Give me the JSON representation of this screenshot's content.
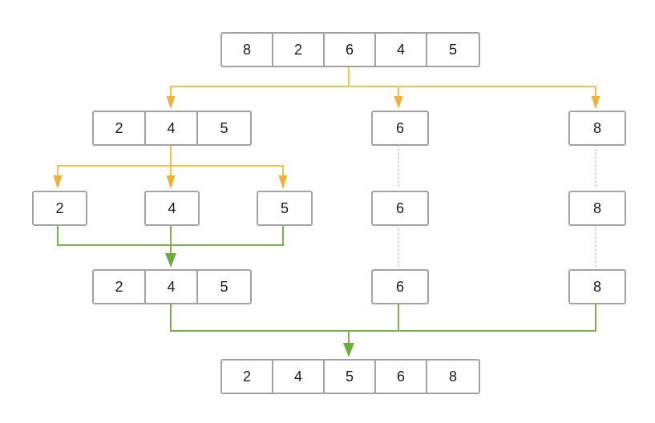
{
  "diagram": {
    "type": "quicksort-visualization",
    "colors": {
      "split_line": "#F2C14E",
      "split_arrow": "#F0B03A",
      "merge_line": "#7AB24A",
      "merge_arrow": "#6CAC3C",
      "box_border": "#A3A3A3",
      "dotted": "#C2C2C2",
      "text": "#1B1B1B"
    },
    "nodes": {
      "input": {
        "cells": [
          "8",
          "2",
          "6",
          "4",
          "5"
        ]
      },
      "level1_left": {
        "cells": [
          "2",
          "4",
          "5"
        ]
      },
      "level1_six": {
        "cells": [
          "6"
        ]
      },
      "level1_eight": {
        "cells": [
          "8"
        ]
      },
      "level2_two": {
        "cells": [
          "2"
        ]
      },
      "level2_four": {
        "cells": [
          "4"
        ]
      },
      "level2_five": {
        "cells": [
          "5"
        ]
      },
      "level2_six": {
        "cells": [
          "6"
        ]
      },
      "level2_eight": {
        "cells": [
          "8"
        ]
      },
      "level3_merged": {
        "cells": [
          "2",
          "4",
          "5"
        ]
      },
      "level3_six": {
        "cells": [
          "6"
        ]
      },
      "level3_eight": {
        "cells": [
          "8"
        ]
      },
      "result": {
        "cells": [
          "2",
          "4",
          "5",
          "6",
          "8"
        ]
      }
    }
  }
}
